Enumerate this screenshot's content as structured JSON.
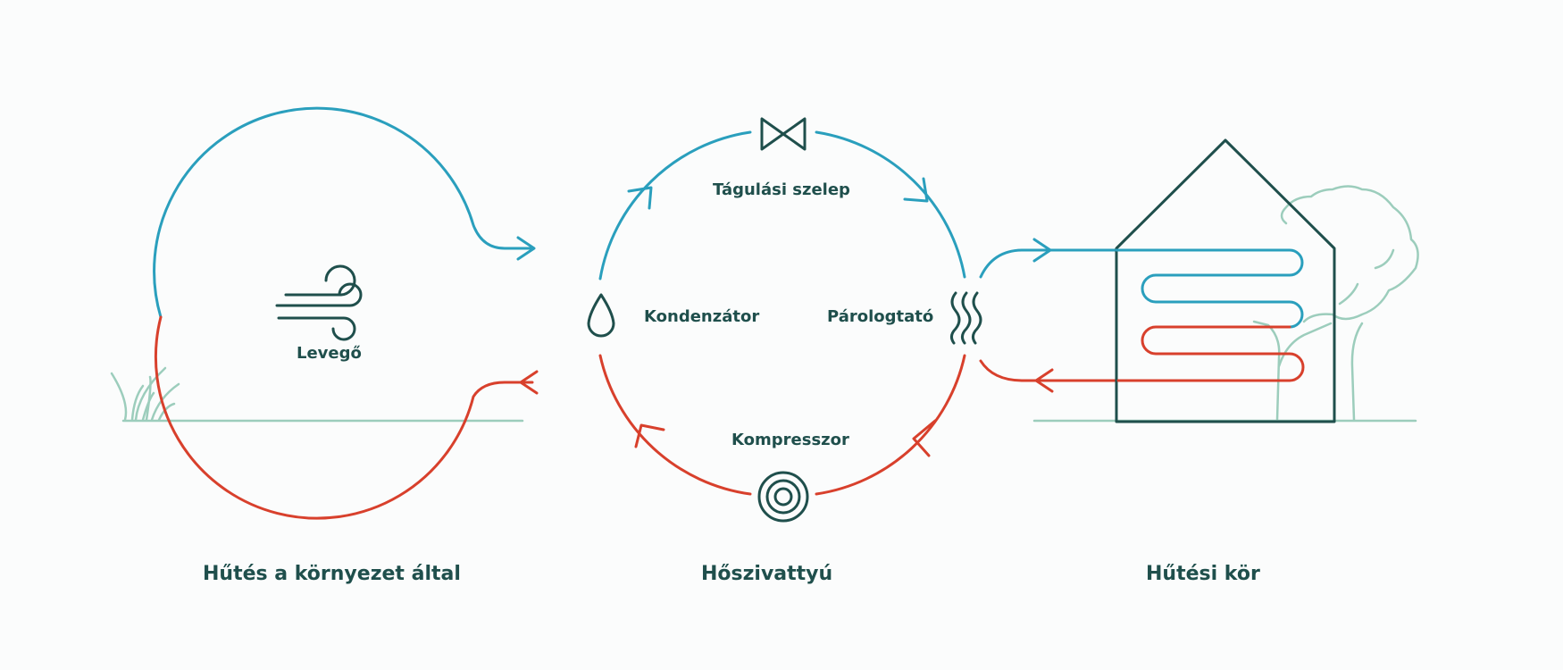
{
  "colors": {
    "cold": "#2a9fbd",
    "hot": "#d8402c",
    "dark": "#1f4f4c",
    "light_green": "#9ccdbc",
    "background": "#fbfcfc"
  },
  "labels": {
    "air": "Levegő",
    "condenser": "Kondenzátor",
    "evaporator": "Párologtató",
    "expansion_valve": "Tágulási szelep",
    "compressor": "Kompresszor"
  },
  "sections": {
    "environment": "Hűtés a környezet által",
    "heat_pump": "Hőszivattyú",
    "cooling_circuit": "Hűtési kör"
  },
  "icons": {
    "air": "wind-icon",
    "condenser": "water-drop-icon",
    "evaporator": "heat-waves-icon",
    "expansion_valve": "valve-icon",
    "compressor": "concentric-circles-icon",
    "house": "house-icon",
    "tree": "tree-icon",
    "grass": "grass-icon"
  }
}
